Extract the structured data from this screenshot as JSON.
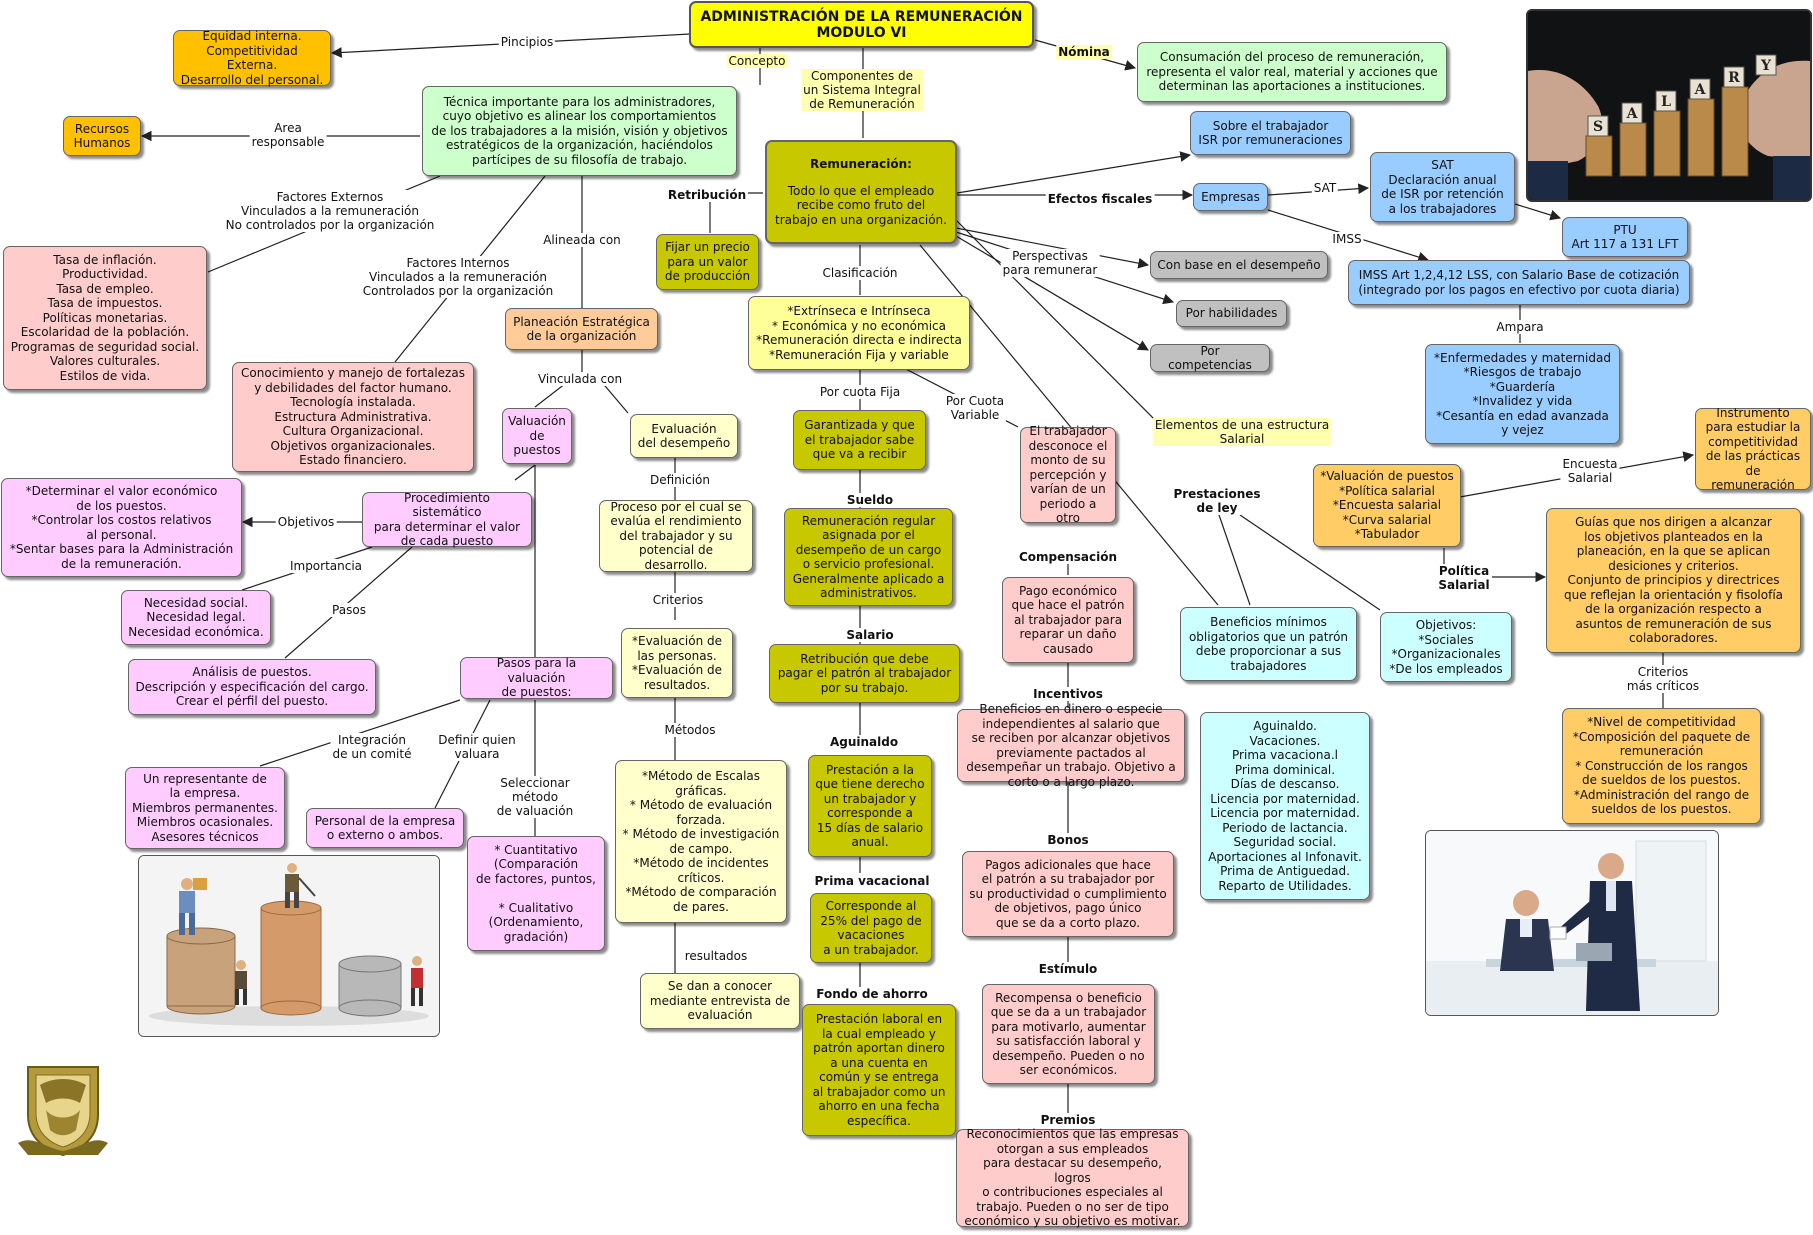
{
  "title": "ADMINISTRACIÓN DE LA REMUNERACIÓN\nMODULO VI",
  "nodes": {
    "principios": "Equidad interna.\nCompetitividad Externa.\nDesarrollo del personal.",
    "rrhh": "Recursos\nHumanos",
    "concepto": "Técnica importante para los administradores,\ncuyo objetivo es alinear los comportamientos\nde los trabajadores a la misión, visión y objetivos\nestratégicos de la organización, haciéndolos\npartícipes de su filosofía de trabajo.",
    "nomina": "Consumación del proceso de remuneración,\nrepresenta el valor real, material y acciones que\ndeterminan las aportaciones a instituciones.",
    "externos": "Tasa de inflación.\nProductividad.\nTasa de empleo.\nTasa de impuestos.\nPolíticas monetarias.\nEscolaridad de la población.\nProgramas de seguridad social.\nValores culturales.\nEstilos de vida.",
    "internos": "Conocimiento y manejo de fortalezas\ny debilidades del factor humano.\nTecnología instalada.\nEstructura Administrativa.\nCultura Organizacional.\nObjetivos organizacionales.\nEstado financiero.",
    "planeacion": "Planeación Estratégica\nde la organización",
    "remuneracion_title": "Remuneración:",
    "remuneracion_body": "Todo lo que el empleado\nrecibe como fruto del\ntrabajo en una organización.",
    "fijar": "Fijar un precio\npara un valor\nde producción",
    "clasif": "*Extrínseca e Intrínseca\n* Económica y no económica\n*Remuneración directa e indirecta\n*Remuneración Fija y variable",
    "sobre_trab": "Sobre el trabajador\nISR por remuneraciones",
    "empresas": "Empresas",
    "sat": "SAT\nDeclaración anual\nde ISR por retención\na los trabajadores",
    "ptu": "PTU\nArt 117 a 131 LFT",
    "imss": "IMSS Art 1,2,4,12 LSS, con Salario Base de cotización\n(integrado por los pagos en efectivo por cuota diaria)",
    "ampara": "*Enfermedades y maternidad\n*Riesgos de trabajo\n*Guardería\n*Invalidez y vida\n*Cesantía en edad avanzada\ny vejez",
    "desempeno_base": "Con base en el desempeño",
    "habilidades": "Por habilidades",
    "competencias": "Por competencias",
    "valuacion": "Valuación\nde\npuestos",
    "eval_desemp": "Evaluación\ndel desempeño",
    "proc_sist": "Procedimiento sistemático\npara determinar el valor\nde cada puesto",
    "objetivos_val": "*Determinar el valor económico\nde los puestos.\n*Controlar los costos relativos\nal personal.\n*Sentar bases para la Administración\nde la remuneración.",
    "importancia": "Necesidad social.\nNecesidad legal.\nNecesidad económica.",
    "pasos": "Análisis de puestos.\nDescripción y especificación del cargo.\nCrear el pérfil del puesto.",
    "pasos_val": "Pasos para la valuación\nde puestos:",
    "comite": "Un representante de\nla empresa.\nMiembros permanentes.\nMiembros ocasionales.\nAsesores técnicos",
    "quien": "Personal de la empresa\no externo o ambos.",
    "metodo_val": "* Cuantitativo\n(Comparación\nde factores, puntos,\n\n* Cualitativo\n(Ordenamiento,\ngradación)",
    "definicion": "Proceso por el cual se\nevalúa el rendimiento\ndel trabajador y su\npotencial de desarrollo.",
    "criterios_ev": "*Evaluación de\nlas personas.\n*Evaluación de\nresultados.",
    "metodos": "*Método de Escalas\ngráficas.\n* Método de evaluación\nforzada.\n* Método de investigación\nde campo.\n*Método de incidentes\ncríticos.\n*Método de comparación\nde pares.",
    "resultados": "Se dan a conocer\nmediante entrevista de\nevaluación",
    "garantizada": "Garantizada y que\nel trabajador sabe\nque va a recibir",
    "sueldo": "Remuneración regular\nasignada por el\ndesempeño de un cargo\no servicio profesional.\nGeneralmente aplicado a\nadministrativos.",
    "salario": "Retribución que debe\npagar el patrón al trabajador\npor su trabajo.",
    "aguinaldo": "Prestación a la\nque tiene derecho\nun trabajador y\ncorresponde a\n15 días de salario\nanual.",
    "prima": "Corresponde al\n25% del pago de\nvacaciones\na un trabajador.",
    "fondo": "Prestación laboral en\nla cual empleado y\npatrón aportan dinero\na una cuenta en\ncomún y se entrega\nal trabajador como un\nahorro en una fecha\nespecífica.",
    "desconoce": "El trabajador\ndesconoce el\nmonto de su\npercepción y\nvarían de un\nperiodo a otro",
    "compensacion": "Pago económico\nque hace el patrón\nal trabajador para\nreparar un daño\ncausado",
    "incentivos": "Beneficios en dinero o especie\nindependientes al salario que\nse reciben por alcanzar objetivos\npreviamente pactados al\ndesempeñar un trabajo. Objetivo a\ncorto o a largo plazo.",
    "bonos": "Pagos adicionales que hace\nel patrón a su trabajador por\nsu productividad o cumplimiento\nde objetivos, pago único\nque se da a corto plazo.",
    "estimulo": "Recompensa o beneficio\nque se da a un trabajador\npara motivarlo, aumentar\nsu satisfacción laboral y\ndesempeño. Pueden o no\nser económicos.",
    "premios": "Reconocimientos que las empresas\notorgan a sus empleados\npara destacar su desempeño, logros\no contribuciones especiales al\ntrabajo. Pueden o no ser de tipo\neconómico y su objetivo es motivar.",
    "beneficios": "Beneficios mínimos\nobligatorios que un patrón\ndebe proporcionar a sus\ntrabajadores",
    "prest_list": "Aguinaldo.\nVacaciones.\nPrima vacaciona.l\nPrima dominical.\nDías de descanso.\nLicencia por maternidad.\nLicencia por maternidad.\nPeriodo de lactancia.\nSeguridad social.\nAportaciones al Infonavit.\nPrima de Antiguedad.\nReparto de Utilidades.",
    "obj_prest": "Objetivos:\n*Sociales\n*Organizacionales\n*De los empleados",
    "elementos": "*Valuación de puestos\n*Política salarial\n*Encuesta salarial\n*Curva salarial\n*Tabulador",
    "instrumento": "Instrumento\npara estudiar la\ncompetitividad\nde las prácticas\nde remuneración",
    "politica": "Guías que nos dirigen a alcanzar\nlos objetivos planteados en la\nplaneación, en la que se aplican\ndesiciones y criterios.\nConjunto de principios y directrices\nque reflejan la orientación y fisolofía\nde la organización respecto a\nasuntos de remuneración de sus\ncolaboradores.",
    "criticos": "*Nivel de competitividad\n*Composición del paquete de\nremuneración\n* Construcción de los rangos\nde sueldos de los puestos.\n*Administración del rango de\nsueldos de los puestos."
  },
  "labels": {
    "pincipios": "Pincipios",
    "concepto": "Concepto",
    "componentes": "Componentes de\nun Sistema Integral\nde Remuneración",
    "nomina": "Nómina",
    "area": "Area\nresponsable",
    "ext": "Factores Externos\nVinculados a la remuneración\nNo controlados por la organización",
    "int": "Factores Internos\nVinculados a la remuneración\nControlados por la organización",
    "alineada": "Alineada con",
    "retribucion": "Retribución",
    "efectos": "Efectos fiscales",
    "sat": "SAT",
    "imss": "IMSS",
    "ampara": "Ampara",
    "clasificacion": "Clasificación",
    "perspectivas": "Perspectivas\npara remunerar",
    "vinculada": "Vinculada con",
    "definicion": "Definición",
    "criterios": "Criterios",
    "metodos": "Métodos",
    "resultados": "resultados",
    "objetivos": "Objetivos",
    "importancia": "Importancia",
    "pasos": "Pasos",
    "integracion": "Integración\nde un comité",
    "definir": "Definir quien\nvaluara",
    "seleccionar": "Seleccionar\nmétodo\nde valuación",
    "cuota_fija": "Por cuota Fija",
    "cuota_var": "Por Cuota\nVariable",
    "sueldo": "Sueldo",
    "salario": "Salario",
    "aguinaldo": "Aguinaldo",
    "prima": "Prima vacacional",
    "fondo": "Fondo de ahorro",
    "compensacion": "Compensación",
    "incentivos": "Incentivos",
    "bonos": "Bonos",
    "estimulo": "Estímulo",
    "premios": "Premios",
    "elementos": "Elementos de una estructura\nSalarial",
    "prestaciones": "Prestaciones\nde ley",
    "encuesta": "Encuesta\nSalarial",
    "politica": "Política\nSalarial",
    "criterios_crit": "Criterios\nmás críticos"
  },
  "photos": {
    "salary_letters": [
      "S",
      "A",
      "L",
      "A",
      "R",
      "Y"
    ]
  },
  "colors": {
    "title_bg": "#ffff00",
    "link": "#222222"
  }
}
